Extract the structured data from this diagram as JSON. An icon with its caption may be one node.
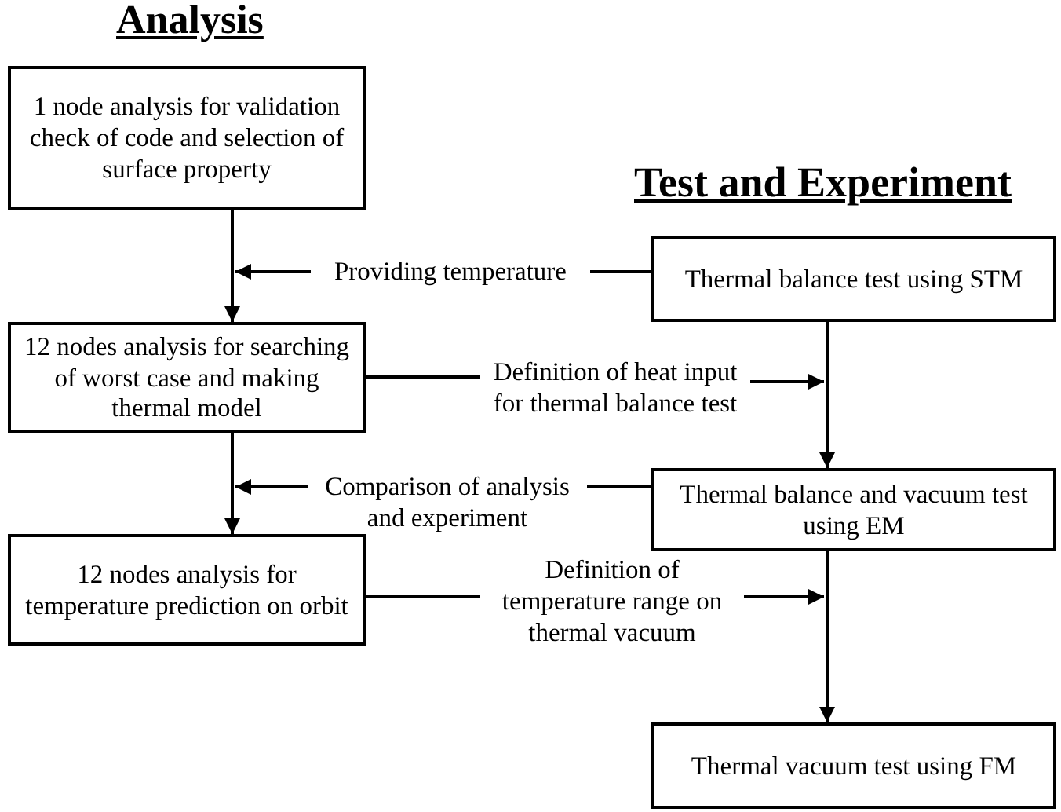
{
  "diagram": {
    "nodes": [
      {
        "text": [
          "1 node analysis for validation check of code and selection of surface property"
        ]
      },
      {
        "text": [
          "12 nodes analysis for searching of worst case and making thermal model"
        ]
      },
      {
        "text": [
          "12 nodes analysis for temperature prediction on orbit"
        ]
      },
      {
        "text": [
          "Thermal balance test using STM"
        ]
      },
      {
        "text": [
          "Thermal balance and vacuum test using EM"
        ]
      },
      {
        "text": [
          "Thermal vacuum test using FM"
        ]
      },
      {
        "text": [
          "Providing temperature"
        ]
      },
      {
        "text": [
          "Definition of heat input for thermal balance test"
        ]
      },
      {
        "text": [
          "Comparison of analysis and experiment"
        ]
      },
      {
        "text": [
          "Definition of temperature range on thermal vacuum"
        ]
      }
    ],
    "edges": [
      {
        "from": 0,
        "to": 1,
        "arrow": "to"
      },
      {
        "from": 1,
        "to": 2,
        "arrow": "to"
      },
      {
        "from": 3,
        "to": 4,
        "arrow": "to"
      },
      {
        "from": 4,
        "to": 5,
        "arrow": "to"
      },
      {
        "from": 3,
        "to": 6,
        "arrow": "none"
      },
      {
        "from": 6,
        "to": null,
        "arrow": "to"
      },
      {
        "from": 1,
        "to": 7,
        "arrow": "none"
      },
      {
        "from": 7,
        "to": null,
        "arrow": "to"
      },
      {
        "from": 4,
        "to": 8,
        "arrow": "none"
      },
      {
        "from": 8,
        "to": null,
        "arrow": "to"
      },
      {
        "from": 2,
        "to": 9,
        "arrow": "none"
      },
      {
        "from": 9,
        "to": null,
        "arrow": "to"
      }
    ],
    "labels": [
      "Analysis",
      "Test and Experiment"
    ]
  }
}
